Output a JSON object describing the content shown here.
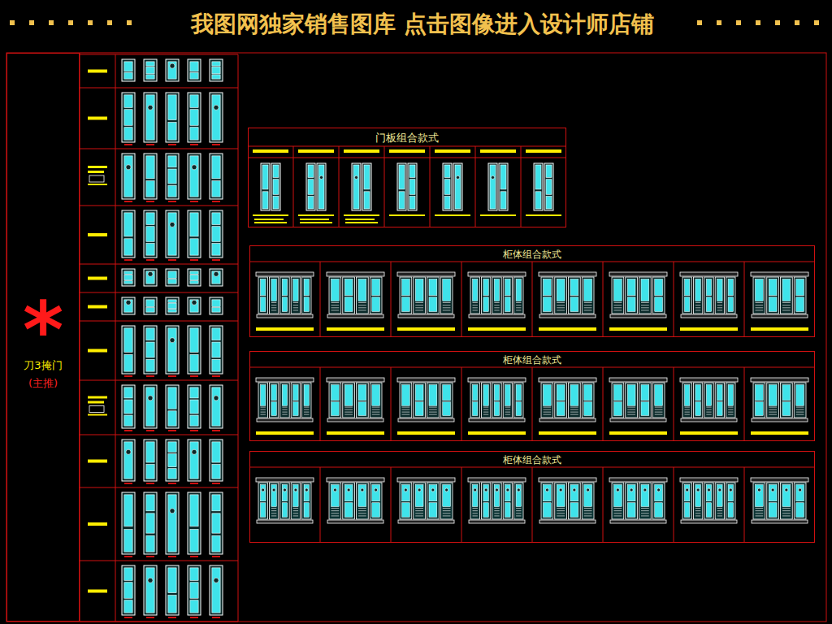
{
  "diagram": {
    "title": "我图网独家销售图库 点击图像进入设计师店铺",
    "nodes": [
      {
        "text": [
          "*",
          "刀3掩门",
          "(主推)"
        ]
      },
      {
        "text": [
          "门板组合款式"
        ]
      },
      {
        "text": [
          "柜体组合款式"
        ]
      },
      {
        "text": [
          "柜体组合款式"
        ]
      },
      {
        "text": [
          "柜体组合款式"
        ]
      }
    ]
  }
}
